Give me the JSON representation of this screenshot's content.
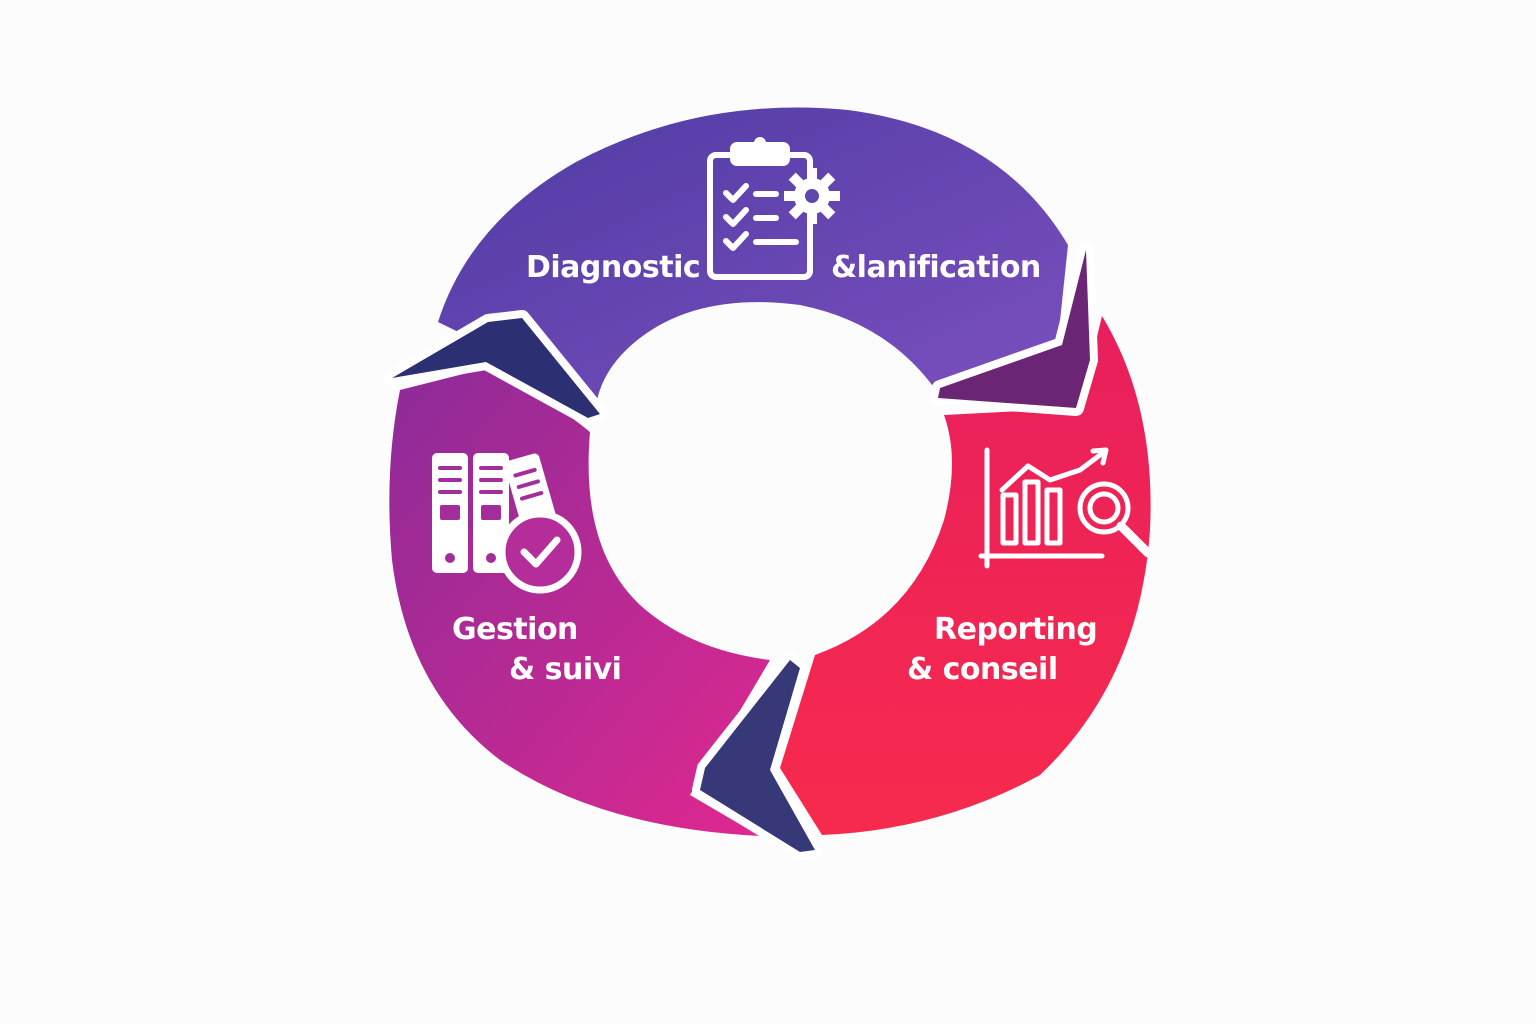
{
  "diagram": {
    "type": "cycle",
    "segments": [
      {
        "id": "diagnostic",
        "icon": "clipboard-checklist-gear-icon",
        "label_left": "Diagnostic",
        "label_right": "&lanification",
        "color_start": "#4f3ba3",
        "color_end": "#7b50bf"
      },
      {
        "id": "reporting",
        "icon": "chart-magnifier-icon",
        "label_line1": "Reporting",
        "label_line2": "& conseil",
        "color_start": "#e81f5c",
        "color_end": "#f72a4d"
      },
      {
        "id": "gestion",
        "icon": "binders-check-icon",
        "label_line1": "Gestion",
        "label_line2": "& suivi",
        "color_start": "#8c2b99",
        "color_end": "#e0288f"
      }
    ],
    "arrow_colors": [
      "#2d2f73",
      "#6a2675",
      "#363878"
    ]
  }
}
